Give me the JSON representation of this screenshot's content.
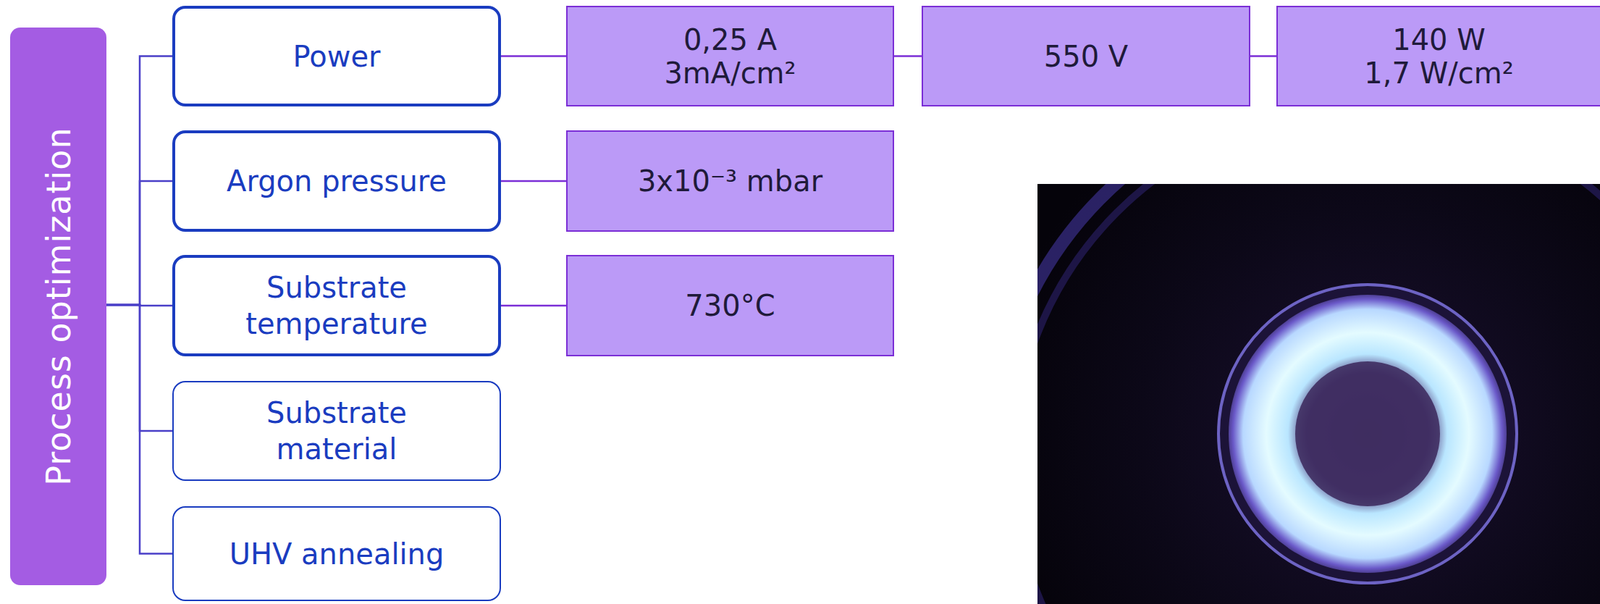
{
  "diagram": {
    "nodes": [
      {
        "text": [
          "Process optimization"
        ]
      },
      {
        "text": [
          "Power"
        ]
      },
      {
        "text": [
          "Argon pressure"
        ]
      },
      {
        "text": [
          "Substrate temperature"
        ]
      },
      {
        "text": [
          "Substrate material"
        ]
      },
      {
        "text": [
          "UHV annealing"
        ]
      },
      {
        "text": [
          "0,25 A",
          "3mA/cm²"
        ]
      },
      {
        "text": [
          "550 V"
        ]
      },
      {
        "text": [
          "140 W",
          "1,7 W/cm²"
        ]
      },
      {
        "text": [
          "3x10⁻³ mbar"
        ]
      },
      {
        "text": [
          "730°C"
        ]
      }
    ],
    "edges": [
      {
        "from": 0,
        "to": 1,
        "arrow": "none"
      },
      {
        "from": 0,
        "to": 2,
        "arrow": "none"
      },
      {
        "from": 0,
        "to": 3,
        "arrow": "none"
      },
      {
        "from": 0,
        "to": 4,
        "arrow": "none"
      },
      {
        "from": 0,
        "to": 5,
        "arrow": "none"
      },
      {
        "from": 1,
        "to": 6,
        "arrow": "none"
      },
      {
        "from": 6,
        "to": 7,
        "arrow": "none"
      },
      {
        "from": 7,
        "to": 8,
        "arrow": "none"
      },
      {
        "from": 2,
        "to": 9,
        "arrow": "none"
      },
      {
        "from": 3,
        "to": 10,
        "arrow": "none"
      }
    ]
  }
}
